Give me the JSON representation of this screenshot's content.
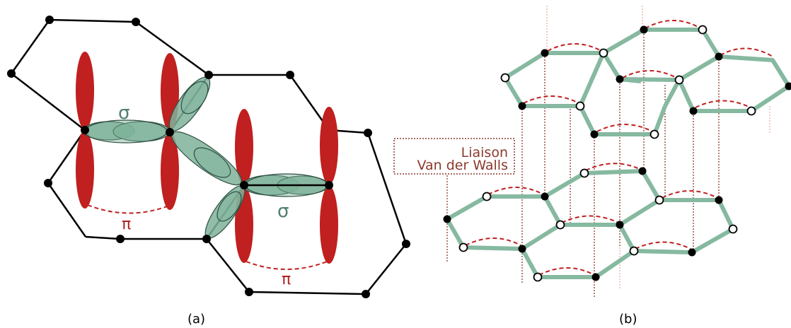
{
  "panel_a": {
    "caption": "(a)",
    "sigma_label_1": "σ",
    "sigma_label_2": "σ",
    "pi_label_1": "π",
    "pi_label_2": "π"
  },
  "panel_b": {
    "caption": "(b)",
    "vdw_line1": "Liaison",
    "vdw_line2": "Van der Walls"
  },
  "colors": {
    "bond": "#000000",
    "pi_orbital": "#c0201f",
    "sigma_orbital": "#7fb39a",
    "graphene_bond": "#86b9a0",
    "pi_dash": "#c0201f",
    "vdw_dotted": "#8b3a2e"
  }
}
